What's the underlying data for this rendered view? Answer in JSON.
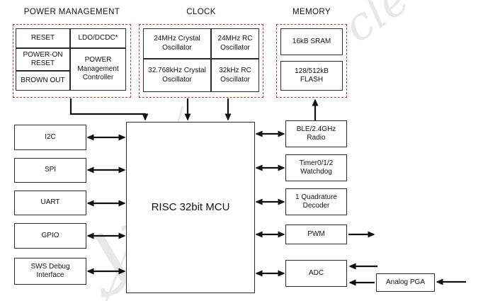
{
  "headers": {
    "power": "POWER MANAGEMENT",
    "clock": "CLOCK",
    "memory": "MEMORY"
  },
  "power": {
    "reset": "RESET",
    "ldo": "LDO/DCDC*",
    "power_on_reset": "POWER-ON RESET",
    "brown_out": "BROWN OUT",
    "controller": "POWER Management Controller"
  },
  "clock": {
    "crystal_24mhz": "24MHz Crystal Oscillator",
    "rc_24mhz": "24MHz RC Oscillator",
    "crystal_32khz": "32.768kHz Crystal Oscillator",
    "rc_32khz": "32kHz RC Oscillator"
  },
  "memory": {
    "sram": "16kB SRAM",
    "flash": "128/512kB FLASH"
  },
  "mcu": {
    "label": "RISC 32bit MCU"
  },
  "peripherals_left": [
    "I2C",
    "SPI",
    "UART",
    "GPIO",
    "SWS Debug Interface"
  ],
  "peripherals_right": [
    "BLE/2.4GHz Radio",
    "Timer0/1/2 Watchdog",
    "1 Quadrature Decoder",
    "PWM",
    "ADC"
  ],
  "analog": {
    "pga": "Analog PGA"
  },
  "colors": {
    "group_border": "#e02b20",
    "box_border": "#2d2d2d",
    "arrow": "#111111",
    "watermark": "#e5e5e5"
  },
  "watermark": {
    "fragment_1": "cle",
    "fragment_2": "y"
  }
}
